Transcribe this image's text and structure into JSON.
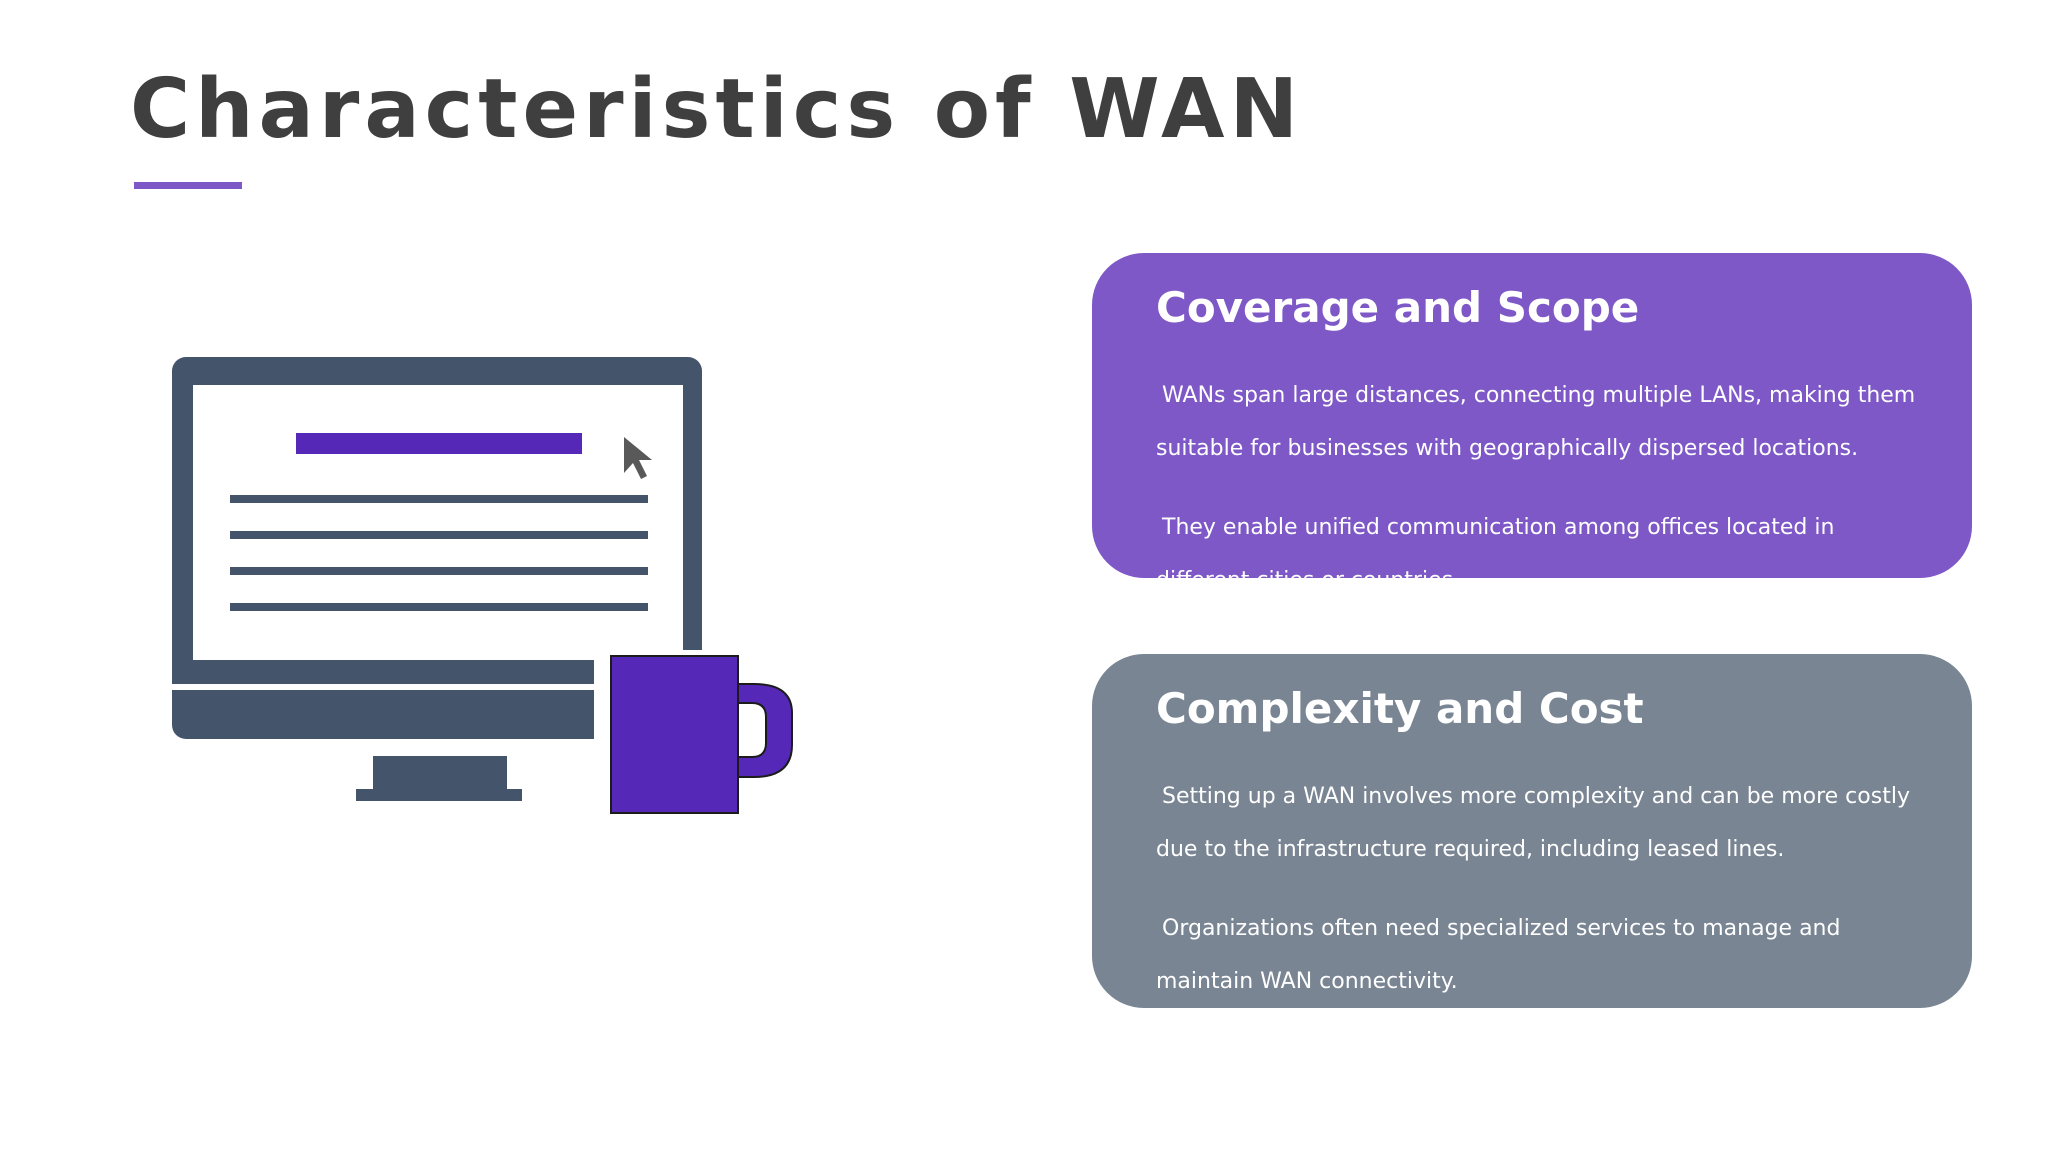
{
  "slide": {
    "title": "Characteristics of WAN",
    "accent_color": "#7e58c7"
  },
  "illustration": {
    "icons": [
      "desktop-monitor-icon",
      "mouse-cursor-icon",
      "coffee-mug-icon"
    ],
    "colors": {
      "monitor": "#44546a",
      "highlight": "#5528b8",
      "cursor": "#595959"
    }
  },
  "cards": [
    {
      "heading": "Coverage and Scope",
      "paragraphs": [
        "WANs span large distances, connecting multiple LANs, making them suitable for businesses with geographically dispersed locations.",
        "They enable unified communication among offices located in different cities or countries."
      ],
      "background": "#7e58c7"
    },
    {
      "heading": "Complexity and Cost",
      "paragraphs": [
        "Setting up a WAN involves more complexity and can be more costly due to the infrastructure required, including leased lines.",
        "Organizations often need specialized services to manage and maintain WAN connectivity."
      ],
      "background": "#798593"
    }
  ]
}
